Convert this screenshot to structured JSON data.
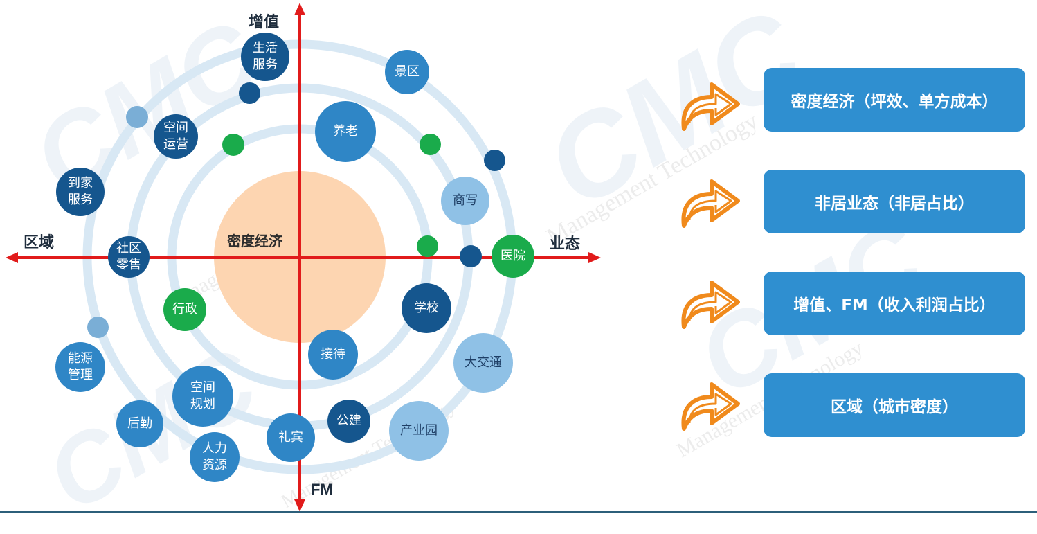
{
  "watermark": {
    "logo": "CMC",
    "text": "Management Technology"
  },
  "axes": {
    "top": "增值",
    "bottom": "FM",
    "left": "区域",
    "right": "业态"
  },
  "core": {
    "label": "密度经济"
  },
  "nodes": {
    "shenghuo": "生活\n服务",
    "jingqu": "景区",
    "kongjian_yunying": "空间\n运营",
    "yanglao": "养老",
    "daojia": "到家\n服务",
    "shangxie": "商写",
    "shequ": "社区\n零售",
    "yiyuan": "医院",
    "xingzheng": "行政",
    "xuexiao": "学校",
    "nengyuan": "能源\n管理",
    "jiedai": "接待",
    "dajiaotong": "大交通",
    "kongjian_guihua": "空间\n规划",
    "houqin": "后勤",
    "gongjian": "公建",
    "libin": "礼宾",
    "chanyeyuan": "产业园",
    "renli": "人力\n资源"
  },
  "colors": {
    "dark_blue": "#15568e",
    "mid_blue": "#2f86c6",
    "light_blue": "#8fc1e6",
    "green": "#1aab4b",
    "axis_red": "#e11b1b",
    "core_peach": "#fdd5b1",
    "ring": "#d8e8f4",
    "pill_blue": "#2f8fd0",
    "arrow_orange": "#f08a1c"
  },
  "metrics": [
    {
      "label": "密度经济（坪效、单方成本）"
    },
    {
      "label": "非居业态（非居占比）"
    },
    {
      "label": "增值、FM（收入利润占比）"
    },
    {
      "label": "区域（城市密度）"
    }
  ]
}
